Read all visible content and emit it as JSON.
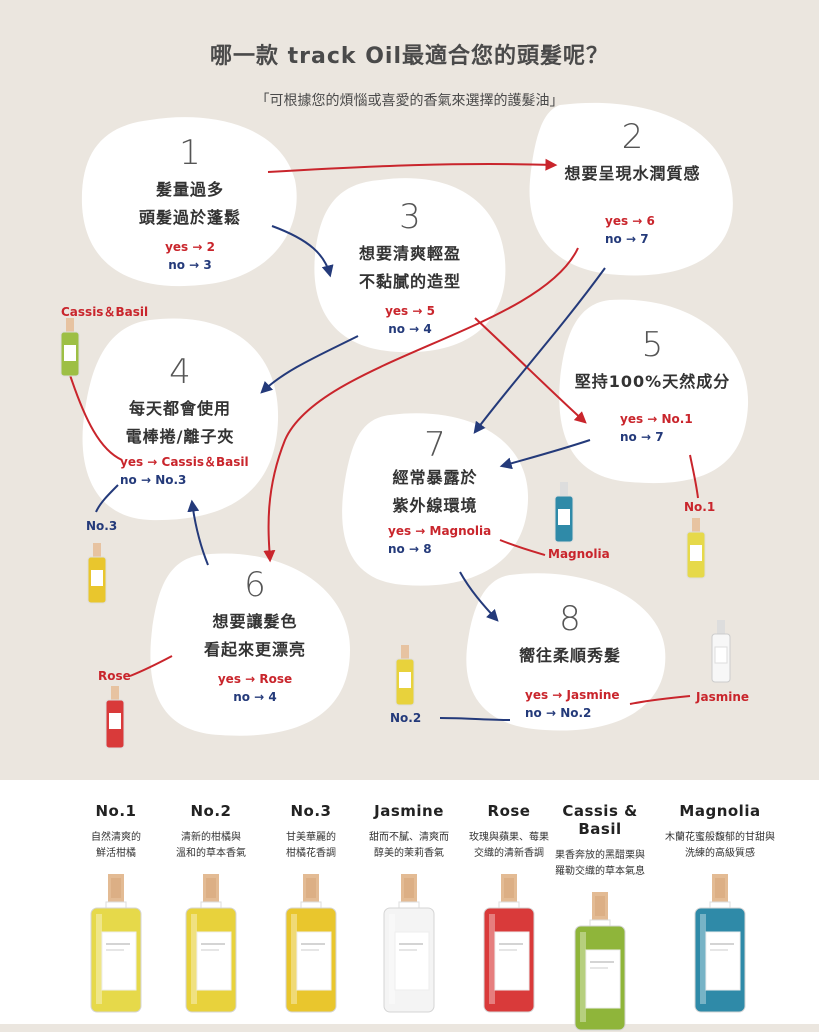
{
  "title": "哪一款 track Oil最適合您的頭髮呢？",
  "subtitle": "「可根據您的煩惱或喜愛的香氣來選擇的護髮油」",
  "nodes": [
    {
      "num": "1",
      "lines": [
        "髮量過多",
        "頭髮過於蓬鬆"
      ],
      "yes": "yes → 2",
      "no": "no  → 3"
    },
    {
      "num": "2",
      "lines": [
        "想要呈現水潤質感"
      ],
      "yes": "yes → 6",
      "no": "no  → 7"
    },
    {
      "num": "3",
      "lines": [
        "想要清爽輕盈",
        "不黏膩的造型"
      ],
      "yes": "yes → 5",
      "no": "no  → 4"
    },
    {
      "num": "4",
      "lines": [
        "每天都會使用",
        "電棒捲/離子夾"
      ],
      "yes": "yes → Cassis＆Basil",
      "no": "no  → No.3"
    },
    {
      "num": "5",
      "lines": [
        "堅持100%天然成分"
      ],
      "yes": "yes → No.1",
      "no": "no  → 7"
    },
    {
      "num": "6",
      "lines": [
        "想要讓髮色",
        "看起來更漂亮"
      ],
      "yes": "yes → Rose",
      "no": "no  → 4"
    },
    {
      "num": "7",
      "lines": [
        "經常暴露於",
        "紫外線環境"
      ],
      "yes": "yes → Magnolia",
      "no": "no  → 8"
    },
    {
      "num": "8",
      "lines": [
        "嚮往柔順秀髮"
      ],
      "yes": "yes → Jasmine",
      "no": "no  → No.2"
    }
  ],
  "labels": {
    "cassis": "Cassis＆Basil",
    "no3": "No.3",
    "no1": "No.1",
    "magnolia": "Magnolia",
    "rose": "Rose",
    "no2": "No.2",
    "jasmine": "Jasmine"
  },
  "colors": {
    "red": "#c9252c",
    "navy": "#243a7a",
    "blob": "#ffffff",
    "background": "#ebe6df"
  },
  "products": [
    {
      "name": "No.1",
      "desc": [
        "自然清爽的",
        "鮮活柑橘"
      ],
      "color": "#e6d94a"
    },
    {
      "name": "No.2",
      "desc": [
        "清新的柑橘與",
        "溫和的草本香氣"
      ],
      "color": "#e8d23c"
    },
    {
      "name": "No.3",
      "desc": [
        "甘美華麗的",
        "柑橘花香調"
      ],
      "color": "#e9c62d"
    },
    {
      "name": "Jasmine",
      "desc": [
        "甜而不膩、清爽而",
        "醇美的茉莉香氣"
      ],
      "color": "#f4f4f4"
    },
    {
      "name": "Rose",
      "desc": [
        "玫瑰與蘋果、莓果",
        "交織的清新香調"
      ],
      "color": "#d93a3a"
    },
    {
      "name": "Cassis & Basil",
      "desc": [
        "果香奔放的黑醋栗與",
        "羅勒交織的草本氣息"
      ],
      "color": "#8fb53a"
    },
    {
      "name": "Magnolia",
      "desc": [
        "木蘭花蜜般馥郁的甘甜與",
        "洗練的高級質感"
      ],
      "color": "#2f8aa8"
    }
  ]
}
